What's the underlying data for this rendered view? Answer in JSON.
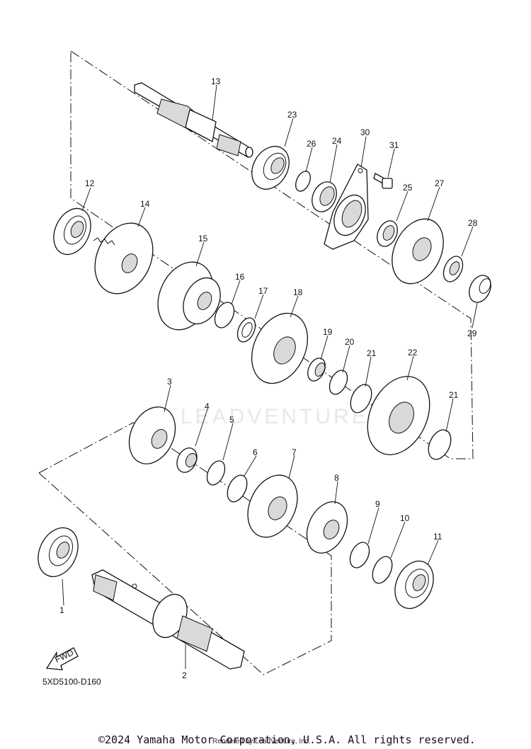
{
  "diagram": {
    "code": "5XD5100-D160",
    "fwd_label": "FWD",
    "watermark": "LEADVENTURE",
    "copyright": "©2024 Yamaha Motor Corporation, U.S.A. All rights reserved.",
    "rendered_by": "Rendered by LeadVenture, Inc.",
    "callouts": [
      "1",
      "2",
      "3",
      "4",
      "5",
      "6",
      "7",
      "8",
      "9",
      "10",
      "11",
      "12",
      "13",
      "14",
      "15",
      "16",
      "17",
      "18",
      "19",
      "20",
      "21",
      "21",
      "22",
      "23",
      "24",
      "25",
      "26",
      "27",
      "28",
      "29",
      "30",
      "31"
    ]
  }
}
